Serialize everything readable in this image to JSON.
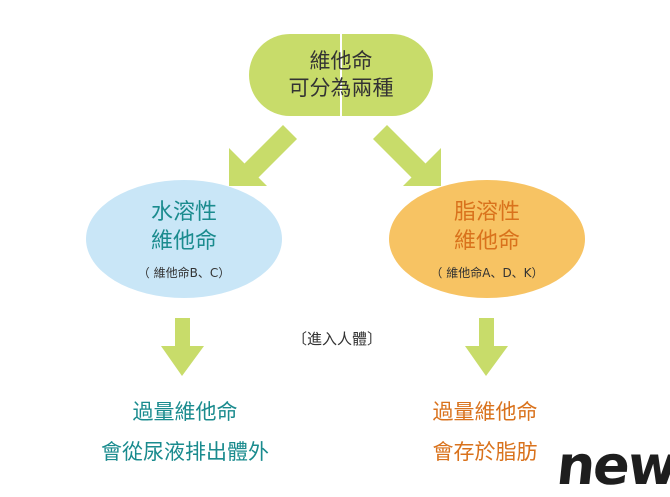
{
  "colors": {
    "green": "#c8dc6a",
    "blue": "#c9e6f7",
    "orange": "#f7c363",
    "teal_text": "#1a8b8e",
    "orange_text": "#d9721c"
  },
  "root": {
    "line1": "維他命",
    "line2": "可分為兩種"
  },
  "left": {
    "title1": "水溶性",
    "title2": "維他命",
    "sub": "（ 維他命B、C）",
    "result1": "過量維他命",
    "result2": "會從尿液排出體外"
  },
  "right": {
    "title1": "脂溶性",
    "title2": "維他命",
    "sub": "（ 維他命A、D、K）",
    "result1": "過量維他命",
    "result2": "會存於脂肪"
  },
  "center_label": "〔進入人體〕",
  "logo": "news",
  "icons": [
    "arrow-down-left-icon",
    "arrow-down-right-icon",
    "arrow-down-icon"
  ]
}
